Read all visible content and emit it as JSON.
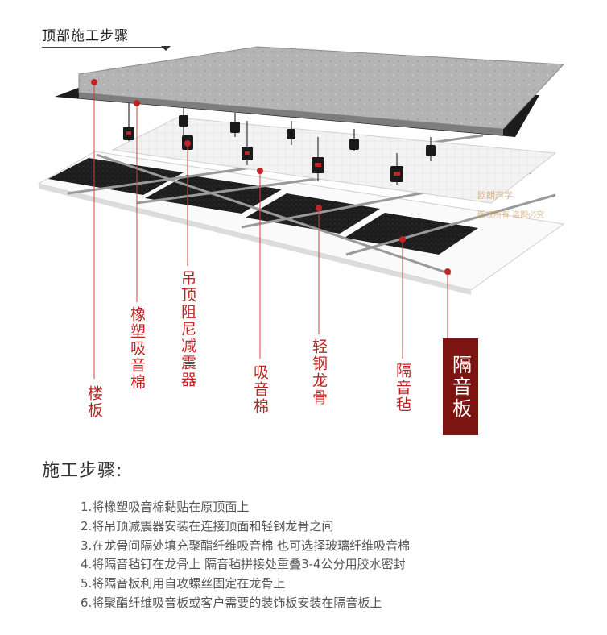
{
  "header": {
    "title": "顶部施工步骤"
  },
  "labels": {
    "floor": "楼板",
    "foam": "橡塑吸音棉",
    "damper": "吊顶阻尼减震器",
    "absorb": "吸音棉",
    "keel": "轻钢龙骨",
    "felt": "隔音毡",
    "board": "隔音板"
  },
  "watermark": {
    "brand": "欧朗声学",
    "notice": "版权所有 盗图必究"
  },
  "steps": {
    "title": "施工步骤:",
    "items": [
      "1.将橡塑吸音棉黏贴在原顶面上",
      "2.将吊顶减震器安装在连接顶面和轻钢龙骨之间",
      "3.在龙骨间隔处填充聚酯纤维吸音棉 也可选择玻璃纤维吸音棉",
      "4.将隔音毡钉在龙骨上 隔音毡拼接处重叠3-4公分用胶水密封",
      "5.将隔音板利用自攻螺丝固定在龙骨上",
      "6.将聚酯纤维吸音板或客户需要的装饰板安装在隔音板上"
    ]
  },
  "colors": {
    "accent": "#c02424",
    "board_box": "#7c1512",
    "concrete": "#a9a9a9"
  }
}
